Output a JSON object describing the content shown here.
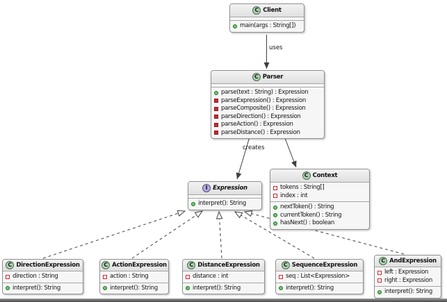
{
  "icons": {
    "class_letter": "C",
    "interface_letter": "I"
  },
  "colors": {
    "class_icon_fill": "#ADD1B2",
    "interface_icon_fill": "#B4A7E5",
    "public_marker": "#84BE84",
    "private_marker": "#C82930",
    "box_border": "#A6A6A6",
    "line": "#3f3f3f"
  },
  "edges": {
    "uses_label": "uses",
    "creates_label": "creates"
  },
  "classes": {
    "client": {
      "name": "Client",
      "methods": [
        {
          "visibility": "public",
          "text": "main(args : String[])"
        }
      ]
    },
    "parser": {
      "name": "Parser",
      "methods": [
        {
          "visibility": "public",
          "text": "parse(text : String) : Expression"
        },
        {
          "visibility": "private",
          "text": "parseExpression() : Expression"
        },
        {
          "visibility": "private",
          "text": "parseComposite() : Expression"
        },
        {
          "visibility": "private",
          "text": "parseDirection() : Expression"
        },
        {
          "visibility": "private",
          "text": "parseAction() : Expression"
        },
        {
          "visibility": "private",
          "text": "parseDistance() : Expression"
        }
      ]
    },
    "context": {
      "name": "Context",
      "fields": [
        {
          "visibility": "private",
          "text": "tokens : String[]"
        },
        {
          "visibility": "private",
          "text": "index  : int"
        }
      ],
      "methods": [
        {
          "visibility": "public",
          "text": "nextToken() : String"
        },
        {
          "visibility": "public",
          "text": "currentToken() : String"
        },
        {
          "visibility": "public",
          "text": "hasNext() : boolean"
        }
      ]
    },
    "expression": {
      "name": "Expression",
      "methods": [
        {
          "visibility": "public",
          "text": "interpret(): String"
        }
      ]
    },
    "direction": {
      "name": "DirectionExpression",
      "fields": [
        {
          "visibility": "private",
          "text": "direction : String"
        }
      ],
      "methods": [
        {
          "visibility": "public",
          "text": "interpret(): String"
        }
      ]
    },
    "action": {
      "name": "ActionExpression",
      "fields": [
        {
          "visibility": "private",
          "text": "action : String"
        }
      ],
      "methods": [
        {
          "visibility": "public",
          "text": "interpret(): String"
        }
      ]
    },
    "distance": {
      "name": "DistanceExpression",
      "fields": [
        {
          "visibility": "private",
          "text": "distance : int"
        }
      ],
      "methods": [
        {
          "visibility": "public",
          "text": "interpret(): String"
        }
      ]
    },
    "sequence": {
      "name": "SequenceExpression",
      "fields": [
        {
          "visibility": "private",
          "text": "seq : List<Expression>"
        }
      ],
      "methods": [
        {
          "visibility": "public",
          "text": "interpret(): String"
        }
      ]
    },
    "and": {
      "name": "AndExpression",
      "fields": [
        {
          "visibility": "private",
          "text": "left  : Expression"
        },
        {
          "visibility": "private",
          "text": "right : Expression"
        }
      ],
      "methods": [
        {
          "visibility": "public",
          "text": "interpret(): String"
        }
      ]
    }
  }
}
